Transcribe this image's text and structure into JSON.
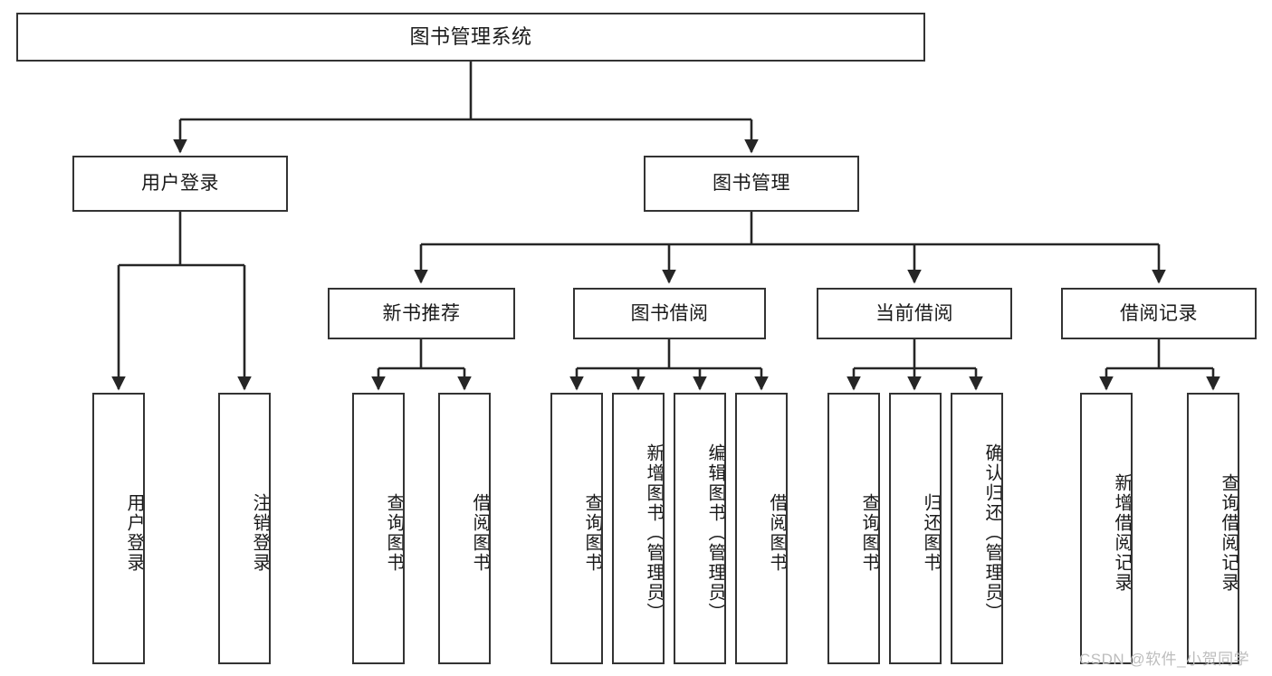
{
  "diagram": {
    "type": "tree-hierarchy",
    "title": "图书管理系统",
    "watermark": "CSDN @软件_小贺同学",
    "colors": {
      "box_border": "#333333",
      "box_fill": "#ffffff",
      "connector": "#262626",
      "text": "#1a1a1a",
      "watermark": "#bdbdbd",
      "background": "#ffffff"
    },
    "nodes": {
      "root": {
        "label": "图书管理系统"
      },
      "level2": [
        {
          "id": "user-login",
          "label": "用户登录"
        },
        {
          "id": "book-manage",
          "label": "图书管理"
        }
      ],
      "level3": [
        {
          "id": "new-book-recommend",
          "label": "新书推荐"
        },
        {
          "id": "book-borrow",
          "label": "图书借阅"
        },
        {
          "id": "current-borrow",
          "label": "当前借阅"
        },
        {
          "id": "borrow-record",
          "label": "借阅记录"
        }
      ],
      "leaves": {
        "user-login": [
          {
            "id": "leaf-user-login",
            "label": "用户登录"
          },
          {
            "id": "leaf-logout-login",
            "label": "注销登录"
          }
        ],
        "new-book-recommend": [
          {
            "id": "leaf-query-book-1",
            "label": "查询图书"
          },
          {
            "id": "leaf-borrow-book-1",
            "label": "借阅图书"
          }
        ],
        "book-borrow": [
          {
            "id": "leaf-query-book-2",
            "label": "查询图书"
          },
          {
            "id": "leaf-add-book",
            "label": "新增图书（管理员）"
          },
          {
            "id": "leaf-edit-book",
            "label": "编辑图书（管理员）"
          },
          {
            "id": "leaf-borrow-book-2",
            "label": "借阅图书"
          }
        ],
        "current-borrow": [
          {
            "id": "leaf-query-book-3",
            "label": "查询图书"
          },
          {
            "id": "leaf-return-book",
            "label": "归还图书"
          },
          {
            "id": "leaf-confirm-return",
            "label": "确认归还（管理员）"
          }
        ],
        "borrow-record": [
          {
            "id": "leaf-add-record",
            "label": "新增借阅记录"
          },
          {
            "id": "leaf-query-record",
            "label": "查询借阅记录"
          }
        ]
      }
    }
  }
}
